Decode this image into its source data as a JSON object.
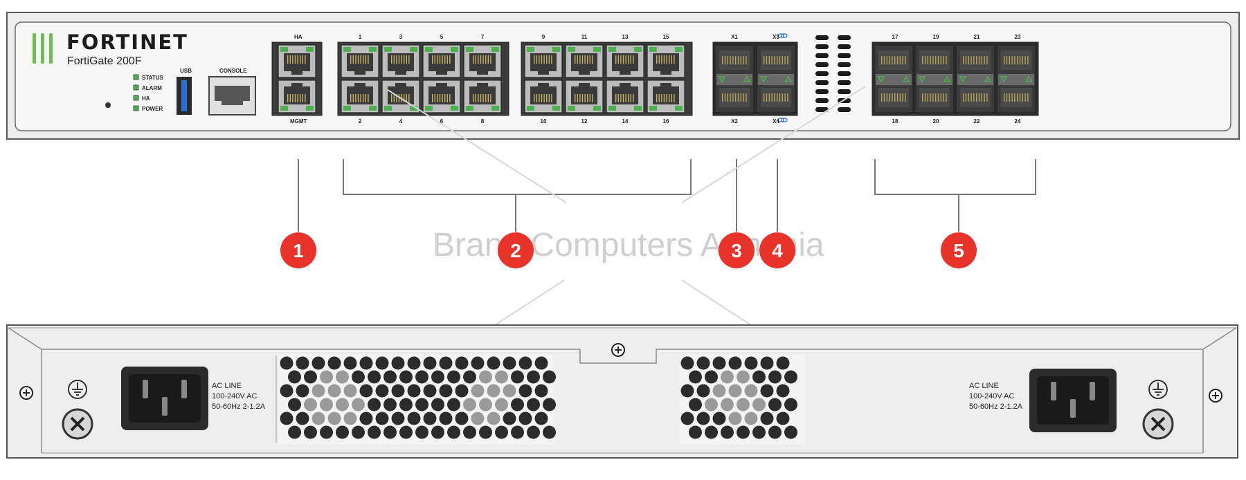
{
  "brand": {
    "logo_text": "FORTINET",
    "model": "FortiGate 200F",
    "watermark": "Brand Computers Armenia"
  },
  "front_panel": {
    "leds": [
      "STATUS",
      "ALARM",
      "HA",
      "POWER"
    ],
    "usb_label": "USB",
    "console_label": "CONSOLE",
    "ha_label": "HA",
    "mgmt_label": "MGMT",
    "rj45_group1_top": [
      "1",
      "3",
      "5",
      "7"
    ],
    "rj45_group1_bottom": [
      "2",
      "4",
      "6",
      "8"
    ],
    "rj45_group2_top": [
      "9",
      "11",
      "13",
      "15"
    ],
    "rj45_group2_bottom": [
      "10",
      "12",
      "14",
      "16"
    ],
    "sfp_x_top": [
      "X1",
      "X3"
    ],
    "sfp_x_bottom": [
      "X2",
      "X4"
    ],
    "sfp_top": [
      "17",
      "19",
      "21",
      "23"
    ],
    "sfp_bottom": [
      "18",
      "20",
      "22",
      "24"
    ]
  },
  "callouts": [
    "1",
    "2",
    "3",
    "4",
    "5"
  ],
  "rear_panel": {
    "ac_left": [
      "AC LINE",
      "100-240V AC",
      "50-60Hz 2-1.2A"
    ],
    "ac_right": [
      "AC LINE",
      "100-240V AC",
      "50-60Hz 2-1.2A"
    ]
  },
  "colors": {
    "callout_red": "#e8332a",
    "port_green": "#4caf50",
    "usb_blue": "#2a6fd6"
  }
}
